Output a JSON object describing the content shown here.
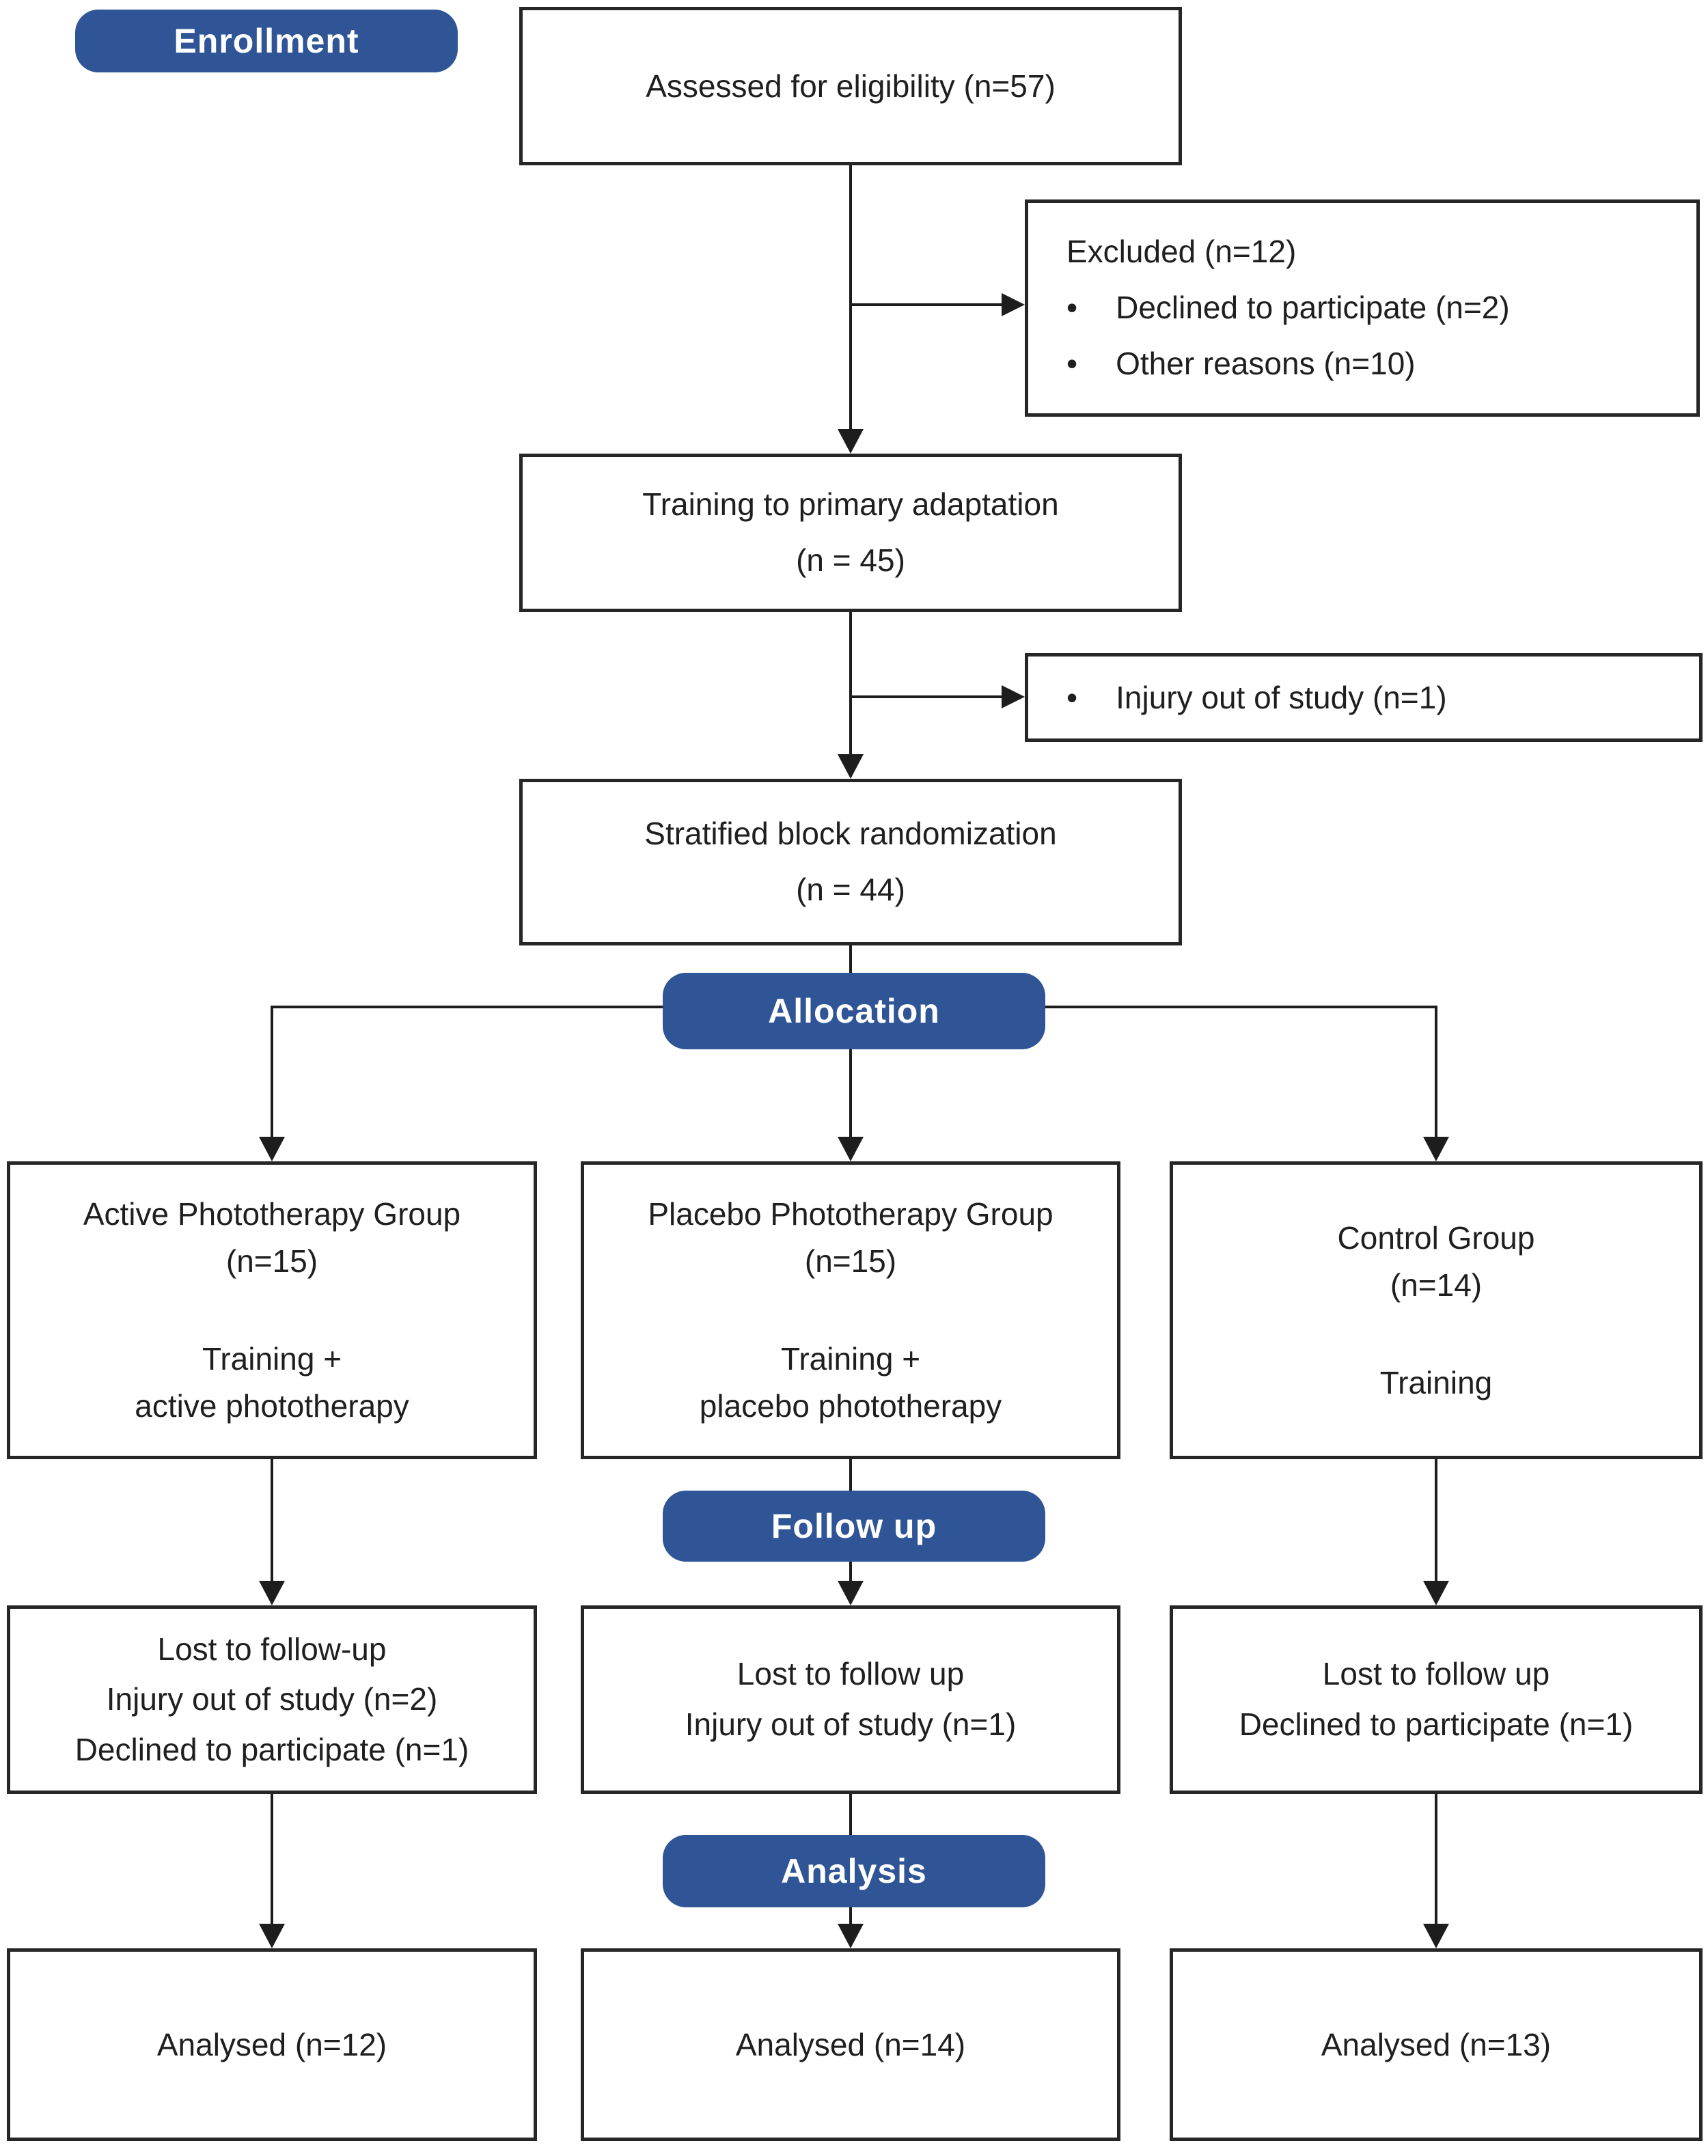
{
  "flow": {
    "badges": {
      "enrollment": "Enrollment",
      "allocation": "Allocation",
      "follow_up": "Follow up",
      "analysis": "Analysis"
    },
    "bullet_char": "•",
    "assessed": "Assessed for eligibility (n=57)",
    "excluded": {
      "title": "Excluded (n=12)",
      "bullets": [
        "Declined to participate (n=2)",
        "Other reasons (n=10)"
      ]
    },
    "training": {
      "line1": "Training to primary adaptation",
      "line2": "(n = 45)"
    },
    "injury": {
      "text": "Injury out of study (n=1)"
    },
    "randomization": {
      "line1": "Stratified block randomization",
      "line2": "(n = 44)"
    },
    "groups": [
      {
        "title": "Active Phototherapy Group",
        "n": "(n=15)",
        "intervention": [
          "Training +",
          "active phototherapy"
        ]
      },
      {
        "title": "Placebo Phototherapy Group",
        "n": "(n=15)",
        "intervention": [
          "Training +",
          "placebo phototherapy"
        ]
      },
      {
        "title": "Control Group",
        "n": "(n=14)",
        "intervention": [
          "Training"
        ]
      }
    ],
    "followup": [
      {
        "lines": [
          "Lost to follow-up",
          "Injury out of study (n=2)",
          "Declined to participate (n=1)"
        ]
      },
      {
        "lines": [
          "Lost to follow up",
          "Injury out of study (n=1)"
        ]
      },
      {
        "lines": [
          "Lost to follow up",
          "Declined to participate (n=1)"
        ]
      }
    ],
    "analysed": [
      "Analysed (n=12)",
      "Analysed (n=14)",
      "Analysed (n=13)"
    ],
    "colors": {
      "badge": "#2f5596",
      "border": "#262626",
      "line": "#1d1d1d",
      "text": "#1f1f1f"
    }
  }
}
